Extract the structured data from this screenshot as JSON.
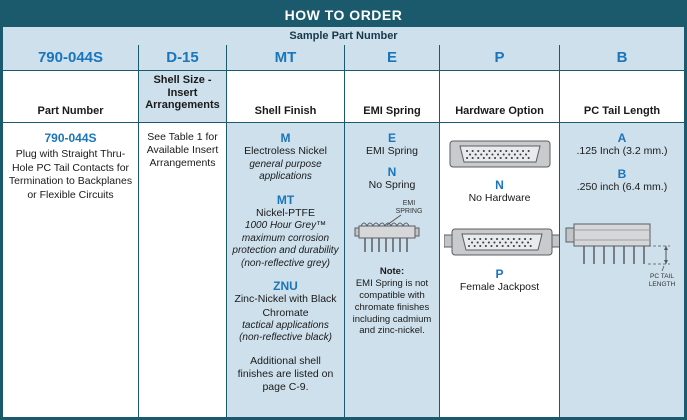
{
  "title": "HOW TO ORDER",
  "subtitle": "Sample Part Number",
  "sample_codes": [
    "790-044S",
    "D-15",
    "MT",
    "E",
    "P",
    "B"
  ],
  "column_headers": [
    "Part Number",
    "Shell Size - Insert Arrangements",
    "Shell Finish",
    "EMI Spring",
    "Hardware Option",
    "PC Tail Length"
  ],
  "part_number": {
    "code": "790-044S",
    "description": "Plug with Straight Thru-Hole PC Tail Contacts for Termination to Backplanes or Flexible Circuits"
  },
  "shell_size": {
    "text": "See Table 1 for Available Insert Arrangements"
  },
  "shell_finish": {
    "options": [
      {
        "code": "M",
        "name": "Electroless Nickel",
        "details": [
          "general purpose applications"
        ]
      },
      {
        "code": "MT",
        "name": "Nickel-PTFE",
        "details": [
          "1000 Hour Grey™",
          "maximum corrosion protection and durability",
          "(non-reflective grey)"
        ]
      },
      {
        "code": "ZNU",
        "name": "Zinc-Nickel with Black Chromate",
        "details": [
          "tactical applications",
          "(non-reflective black)"
        ]
      }
    ],
    "footer": "Additional shell finishes are listed on page C-9."
  },
  "emi_spring": {
    "options": [
      {
        "code": "E",
        "name": "EMI Spring"
      },
      {
        "code": "N",
        "name": "No Spring"
      }
    ],
    "callout_line1": "EMI",
    "callout_line2": "SPRING",
    "note_label": "Note:",
    "note_text": "EMI Spring is not compatible with chromate finishes including cadmium and zinc-nickel."
  },
  "hardware_option": {
    "options": [
      {
        "code": "N",
        "name": "No Hardware"
      },
      {
        "code": "P",
        "name": "Female Jackpost"
      }
    ]
  },
  "pc_tail_length": {
    "options": [
      {
        "code": "A",
        "name": ".125 Inch (3.2 mm.)"
      },
      {
        "code": "B",
        "name": ".250 inch (6.4 mm.)"
      }
    ],
    "callout_line1": "PC TAIL",
    "callout_line2": "LENGTH"
  },
  "colors": {
    "header_bg": "#1b5a6d",
    "light_blue": "#cde0ec",
    "code_blue": "#1b75bb"
  }
}
